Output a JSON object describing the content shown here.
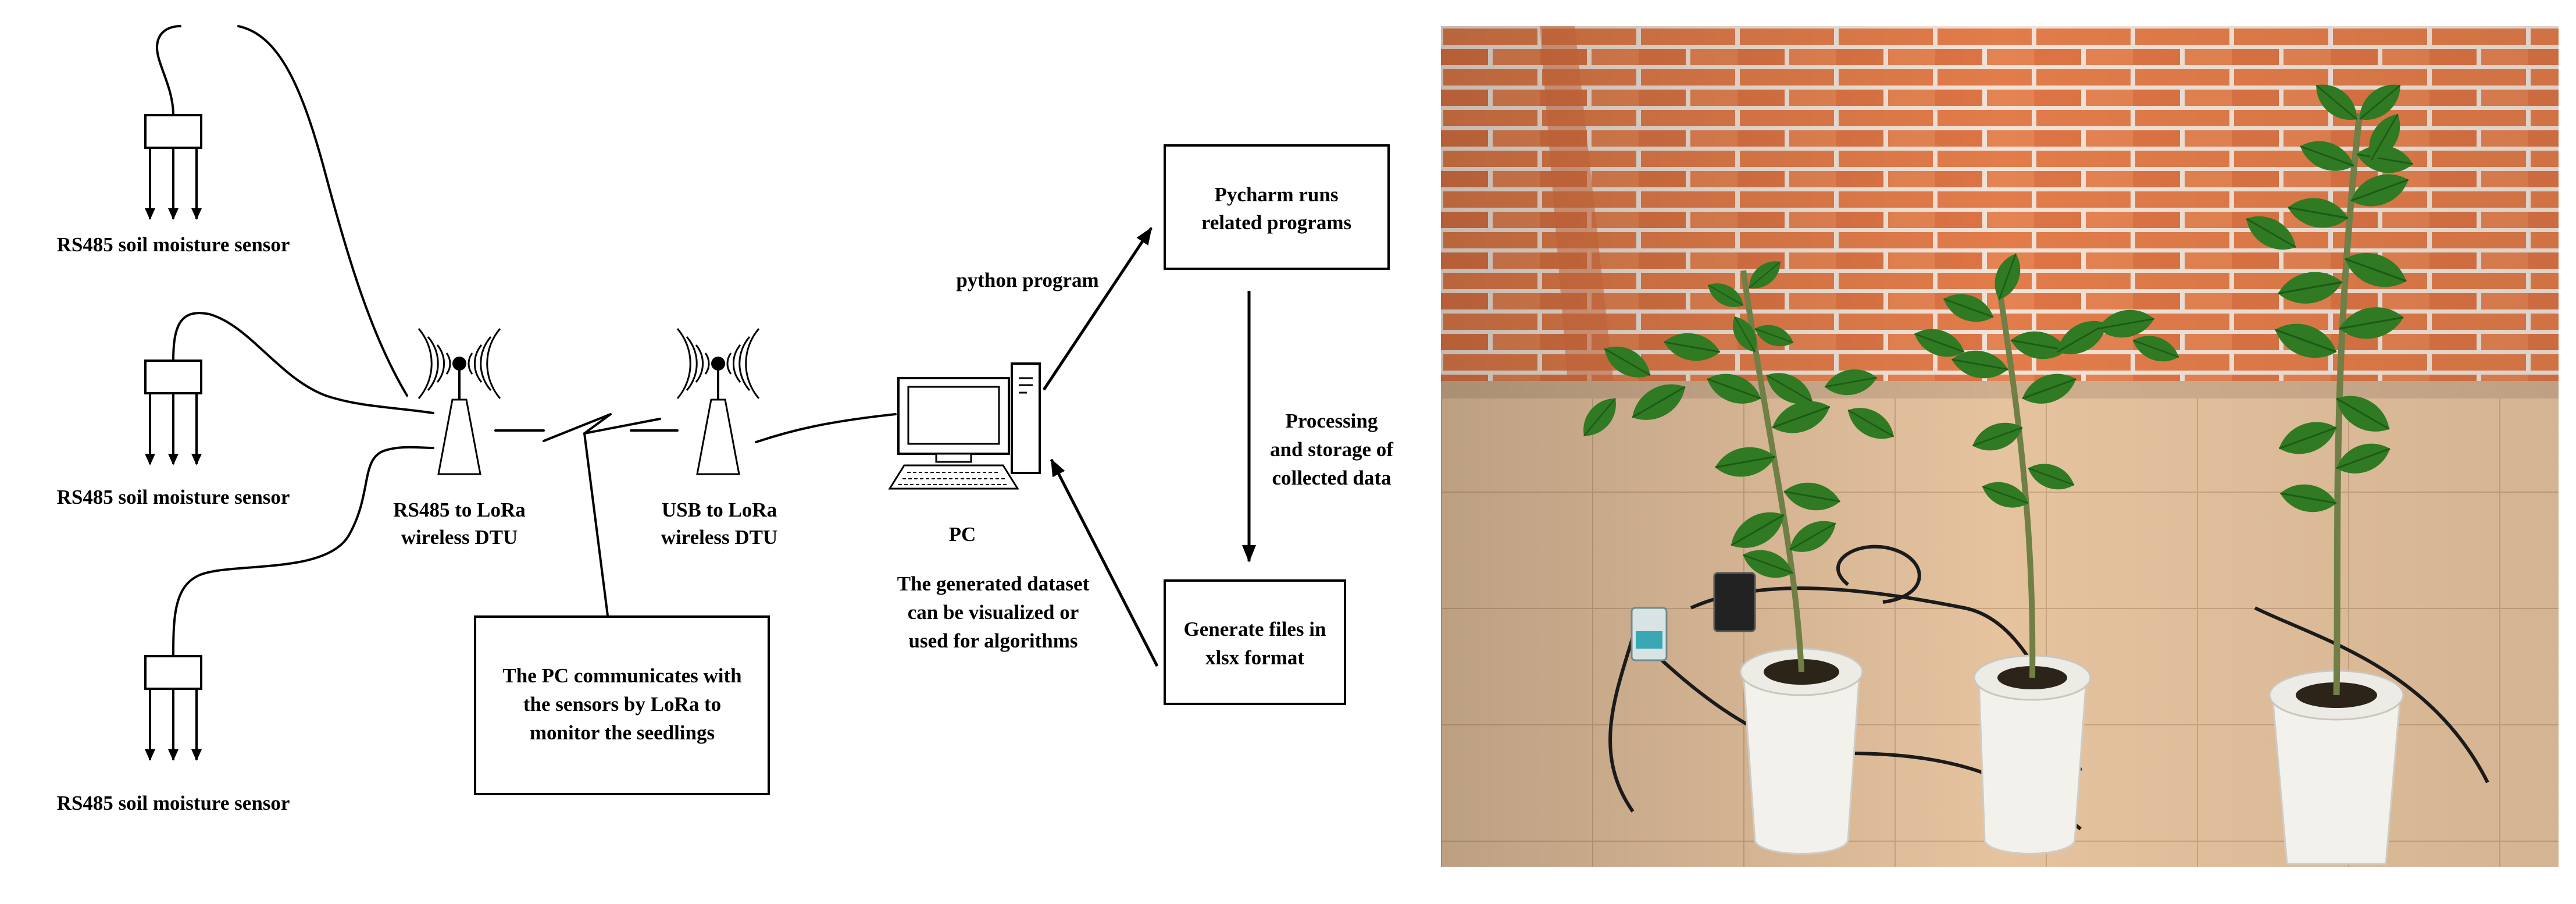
{
  "diagram": {
    "sensor_label": "RS485 soil moisture sensor",
    "dtu1": [
      "RS485 to LoRa",
      "wireless DTU"
    ],
    "dtu2": [
      "USB to LoRa",
      "wireless DTU"
    ],
    "pc_label": "PC",
    "python_label": "python program",
    "pycharm_box": [
      "Pycharm runs",
      "related programs"
    ],
    "processing_label": [
      "Processing",
      "and storage of",
      "collected data"
    ],
    "generate_box": [
      "Generate files in",
      "xlsx format"
    ],
    "dataset_label": [
      "The generated dataset",
      "can be visualized or",
      "used for algorithms"
    ],
    "comm_box": [
      "The PC communicates with",
      "the sensors by LoRa to",
      "monitor the seedlings"
    ]
  },
  "photo": {
    "colors": {
      "brick": "#e07a48",
      "mortar": "#f3e7de",
      "floor": "#e8c7a5",
      "leaf": "#2f7a22",
      "leaf_dark": "#1f5a18",
      "pot": "#f2f0ec",
      "stem": "#7b8a52"
    }
  }
}
